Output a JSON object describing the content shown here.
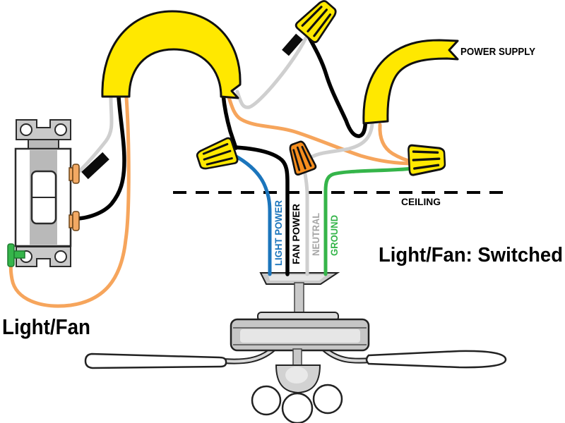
{
  "diagram": {
    "switch_caption": "Light/Fan",
    "mode_caption": "Light/Fan: Switched",
    "power_supply_label": "POWER SUPPLY",
    "ceiling_label": "CEILING"
  },
  "wires": [
    {
      "label": "LIGHT POWER",
      "color": "#1B75BC"
    },
    {
      "label": "FAN POWER",
      "color": "#000000"
    },
    {
      "label": "NEUTRAL",
      "color": "#A6A6A6"
    },
    {
      "label": "GROUND",
      "color": "#35B54A"
    }
  ],
  "colors": {
    "sheath_yellow": "#FFE800",
    "nut_yellow": "#FFE800",
    "nut_orange": "#F68E1E",
    "copper": "#F6A55C",
    "blue": "#1B75BC",
    "wire_gray": "#CFCFCF",
    "green": "#35B54A",
    "black": "#000000"
  }
}
